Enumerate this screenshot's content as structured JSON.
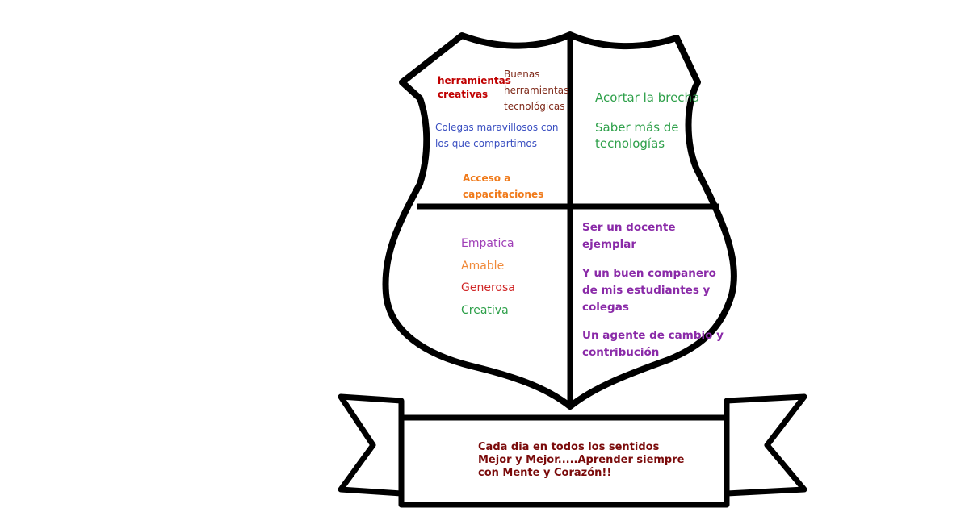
{
  "colors": {
    "outline": "#000000",
    "dark_red": "#c00000",
    "brown": "#7f2a1a",
    "blue": "#3a4fc1",
    "orange": "#f07a1a",
    "green": "#2ea04a",
    "purple": "#8a2aa8",
    "motto": "#7a0a0a"
  },
  "shield": {
    "top_left": {
      "items": [
        {
          "lines": [
            "herramientas",
            "creativas"
          ],
          "color": "#c00000"
        },
        {
          "lines": [
            "Buenas",
            "herramientas",
            "tecnológicas"
          ],
          "color": "#7f2a1a"
        },
        {
          "lines": [
            "Colegas maravillosos con",
            "los que compartimos"
          ],
          "color": "#3a4fc1"
        },
        {
          "lines": [
            "Acceso a",
            "capacitaciones"
          ],
          "color": "#f07a1a"
        }
      ]
    },
    "top_right": {
      "items": [
        {
          "text": "Acortar la brecha",
          "color": "#2ea04a"
        },
        {
          "lines": [
            "Saber más de",
            "tecnologías"
          ],
          "color": "#2ea04a"
        }
      ]
    },
    "bottom_left": {
      "items": [
        {
          "text": "Empatica",
          "color": "#a040b8"
        },
        {
          "text": "Amable",
          "color": "#f08a3a"
        },
        {
          "text": "Generosa",
          "color": "#d02828"
        },
        {
          "text": "Creativa",
          "color": "#2ea04a"
        }
      ]
    },
    "bottom_right": {
      "items": [
        {
          "lines": [
            "Ser un docente",
            "ejemplar"
          ],
          "color": "#8a2aa8"
        },
        {
          "lines": [
            "Y un buen compañero",
            "de mis estudiantes y",
            "colegas"
          ],
          "color": "#8a2aa8"
        },
        {
          "lines": [
            "Un agente de cambio y",
            "contribución"
          ],
          "color": "#8a2aa8"
        }
      ]
    }
  },
  "banner": {
    "lines": [
      "Cada dia en todos los sentidos",
      "Mejor y Mejor.....Aprender siempre",
      "con Mente  y Corazón!!"
    ],
    "color": "#7a0a0a"
  }
}
